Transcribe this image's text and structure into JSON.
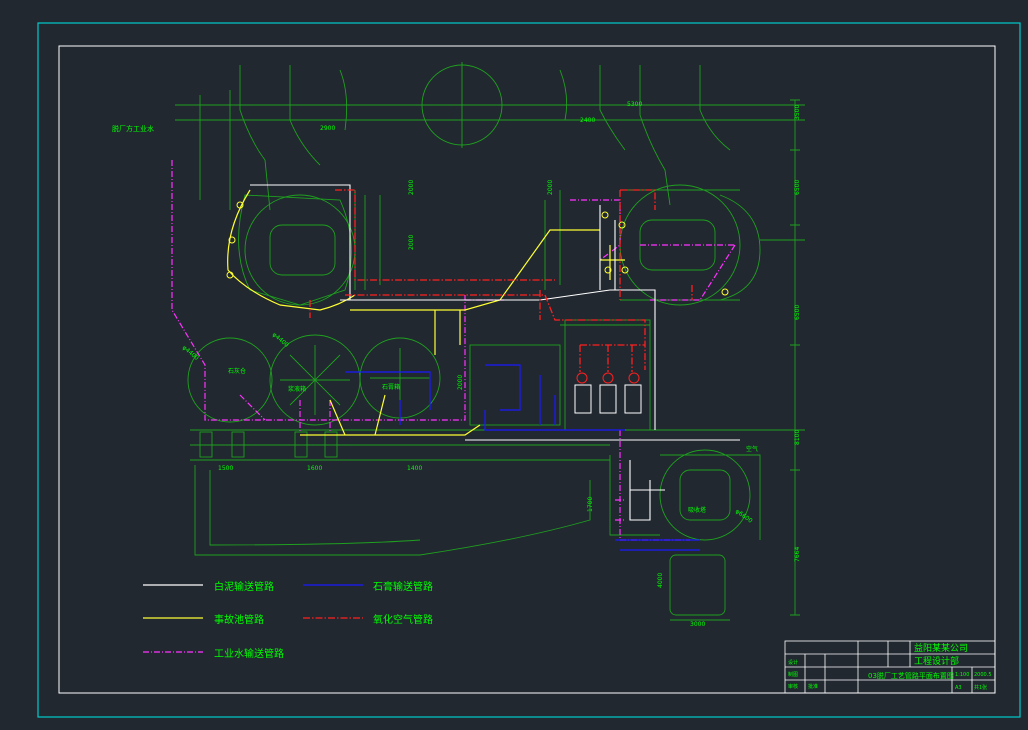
{
  "labels": {
    "external_water": "脱厂方工业水",
    "lime_bin": "石灰仓",
    "slurry_tank": "浆液箱",
    "gypsum_tank": "石膏箱",
    "absorber": "吸收塔",
    "air_in": "空气"
  },
  "dimensions": {
    "d2900": "2900",
    "d2400": "2400",
    "d5300": "5300",
    "d2000a": "2000",
    "d2000b": "2000",
    "d2000c": "2000",
    "d1600": "1600",
    "d1500": "1500",
    "d1400": "1400",
    "d1700": "1700",
    "d4000": "4000",
    "d3000": "3000",
    "r_top": "3500",
    "r_mid1": "6500",
    "r_mid2": "6500",
    "r_mid3": "8100",
    "r_bot": "7664",
    "dia_left": "φ4400",
    "dia_left2": "φ4400",
    "dia_abs": "φ6600"
  },
  "legend": [
    {
      "text": "白泥输送管路",
      "color": "#ffffff",
      "style": "solid"
    },
    {
      "text": "石膏输送管路",
      "color": "#1a1aff",
      "style": "solid"
    },
    {
      "text": "事故池管路",
      "color": "#ffff33",
      "style": "solid"
    },
    {
      "text": "氧化空气管路",
      "color": "#ff2020",
      "style": "dashdot"
    },
    {
      "text": "工业水输送管路",
      "color": "#ff33ff",
      "style": "dashdot"
    }
  ],
  "title_block": {
    "company_line1": "益阳某某公司",
    "company_line2": "工程设计部",
    "drawing_title": "03脱厂工艺管路平面布置图",
    "row_labels": [
      "设计",
      "制图",
      "审核",
      "批准"
    ],
    "meta": [
      "1:100",
      "2000.5",
      "A3",
      "共1张"
    ]
  },
  "colors": {
    "background": "#212830",
    "frame_outer": "#00cccc",
    "frame_inner": "#ffffff",
    "equipment": "#1fa01f",
    "text": "#00ff00"
  }
}
